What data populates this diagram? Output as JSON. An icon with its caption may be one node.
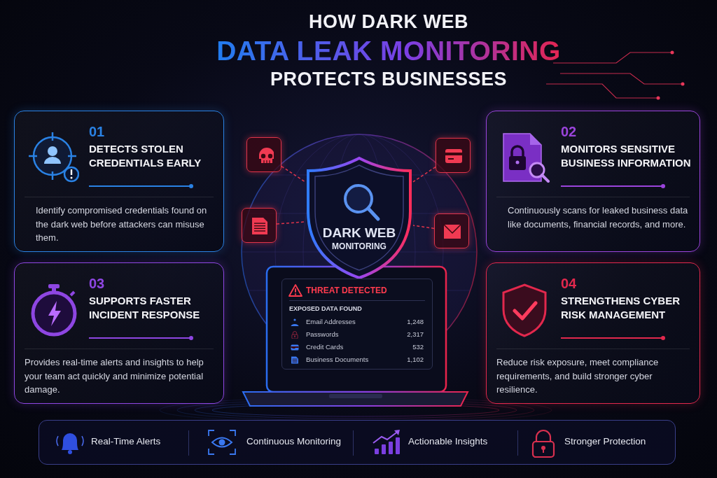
{
  "diagram": {
    "title": "HOW DARK WEB **DATA LEAK MONITORING** PROTECTS BUSINESSES",
    "nodes": [
      {
        "text": [
          "01",
          "DETECTS STOLEN CREDENTIALS EARLY",
          "Identify compromised credentials found on the dark web before attackers can misuse them."
        ]
      },
      {
        "text": [
          "02",
          "MONITORS SENSITIVE BUSINESS INFORMATION",
          "Continuously scans for leaked business data like documents, financial records, and more."
        ]
      },
      {
        "text": [
          "03",
          "SUPPORTS FASTER INCIDENT RESPONSE",
          "Provides real-time alerts and insights to help your team act quickly and minimize potential damage."
        ]
      },
      {
        "text": [
          "04",
          "STRENGTHENS CYBER RISK MANAGEMENT",
          "Reduce risk exposure, meet compliance requirements, and build stronger cyber resilience."
        ]
      },
      {
        "text": [],
        "shape": "box"
      },
      {
        "text": [],
        "shape": "box"
      },
      {
        "text": [],
        "shape": "box"
      },
      {
        "text": [],
        "shape": "box"
      },
      {
        "text": [
          "DARK WEB",
          "MONITORING"
        ]
      },
      {
        "text": [
          "THREAT DETECTED",
          "EXPOSED DATA FOUND",
          "Email Addresses",
          "1,248",
          "Passwords",
          "2,317",
          "Credit Cards",
          "532",
          "Business Documents",
          "1,102"
        ]
      },
      {
        "text": [
          "Real-Time Alerts",
          "Continuous Monitoring",
          "Actionable Insights",
          "Stronger Protection"
        ]
      }
    ],
    "edges": [
      {
        "from": 4,
        "to": 8,
        "arrow": "none",
        "style": "dashed"
      },
      {
        "from": 5,
        "to": 8,
        "arrow": "none",
        "style": "dashed"
      },
      {
        "from": 6,
        "to": 8,
        "arrow": "none",
        "style": "dashed"
      },
      {
        "from": 7,
        "to": 8,
        "arrow": "none",
        "style": "dashed"
      }
    ]
  }
}
